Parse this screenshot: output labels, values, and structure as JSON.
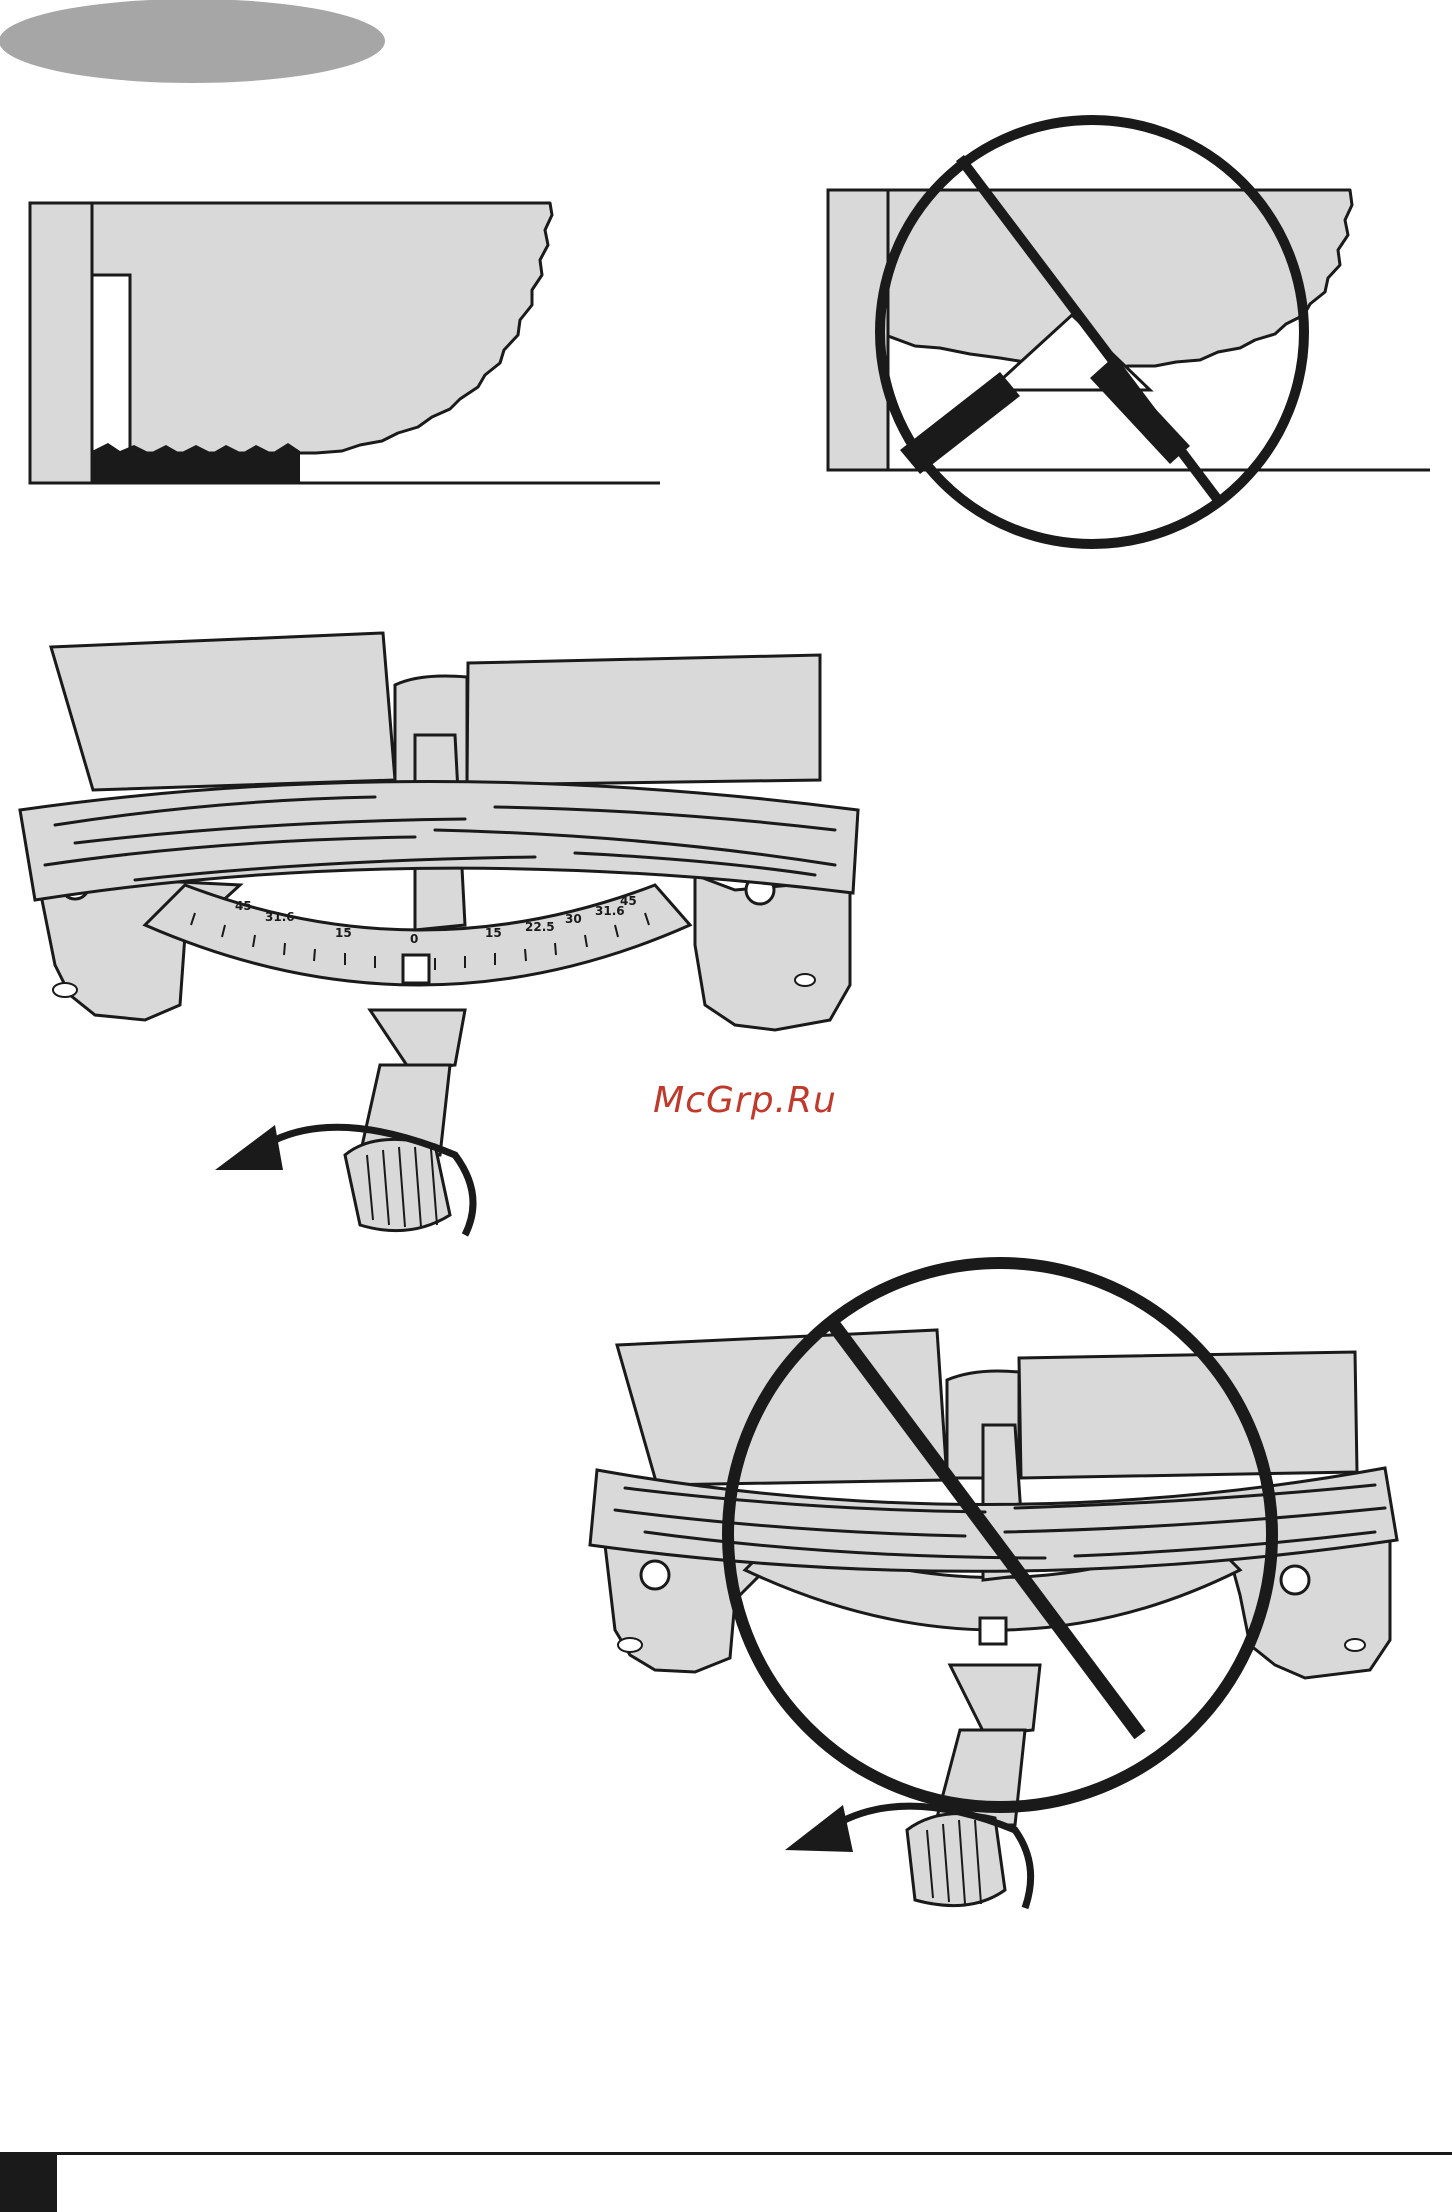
{
  "watermark": {
    "text": "McGrp.Ru",
    "color": "#c0392b"
  },
  "colors": {
    "light_gray": "#d9d9d9",
    "mid_gray": "#a6a6a6",
    "black": "#1a1a1a"
  },
  "protractor_scale": {
    "labels": [
      "45",
      "31.6",
      "15",
      "0",
      "15",
      "22.5",
      "30",
      "31.6",
      "45"
    ]
  },
  "figures": {
    "correct_blade_icon": "saw-blade-cutting-flat-icon",
    "incorrect_blade_icon": "prohibited-saw-blade-icon",
    "correct_miter_icon": "miter-saw-warped-board-icon",
    "incorrect_miter_icon": "prohibited-miter-saw-icon",
    "prohibition_icon": "prohibited-sign-icon",
    "rotation_arrow_icon": "counterclockwise-arrow-icon"
  }
}
